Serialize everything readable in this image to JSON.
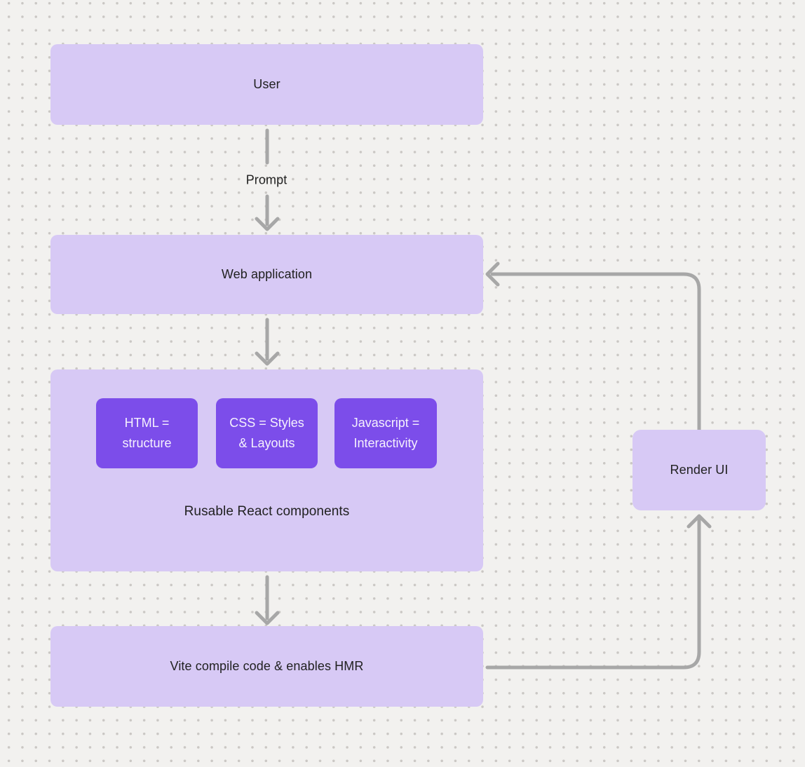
{
  "colors": {
    "background": "#f2f1ef",
    "dot": "#cac7c4",
    "node_fill": "#d7c9f5",
    "accent_fill": "#7c4dea",
    "accent_text": "#f5f1fd",
    "node_text": "#212121",
    "connector": "#a7a7a7"
  },
  "nodes": {
    "user": {
      "label": "User"
    },
    "web_application": {
      "label": "Web application"
    },
    "components_group": {
      "chips": [
        {
          "label": "HTML = structure",
          "lines": [
            "HTML =",
            "structure"
          ]
        },
        {
          "label": "CSS = Styles & Layouts",
          "lines": [
            "CSS = Styles",
            "& Layouts"
          ]
        },
        {
          "label": "Javascript = Interactivity",
          "lines": [
            "Javascript =",
            "Interactivity"
          ]
        }
      ],
      "caption": "Rusable React components"
    },
    "vite": {
      "label": "Vite compile code & enables HMR"
    },
    "render_ui": {
      "label": "Render UI"
    }
  },
  "connectors": {
    "user_to_web_label": "Prompt"
  }
}
